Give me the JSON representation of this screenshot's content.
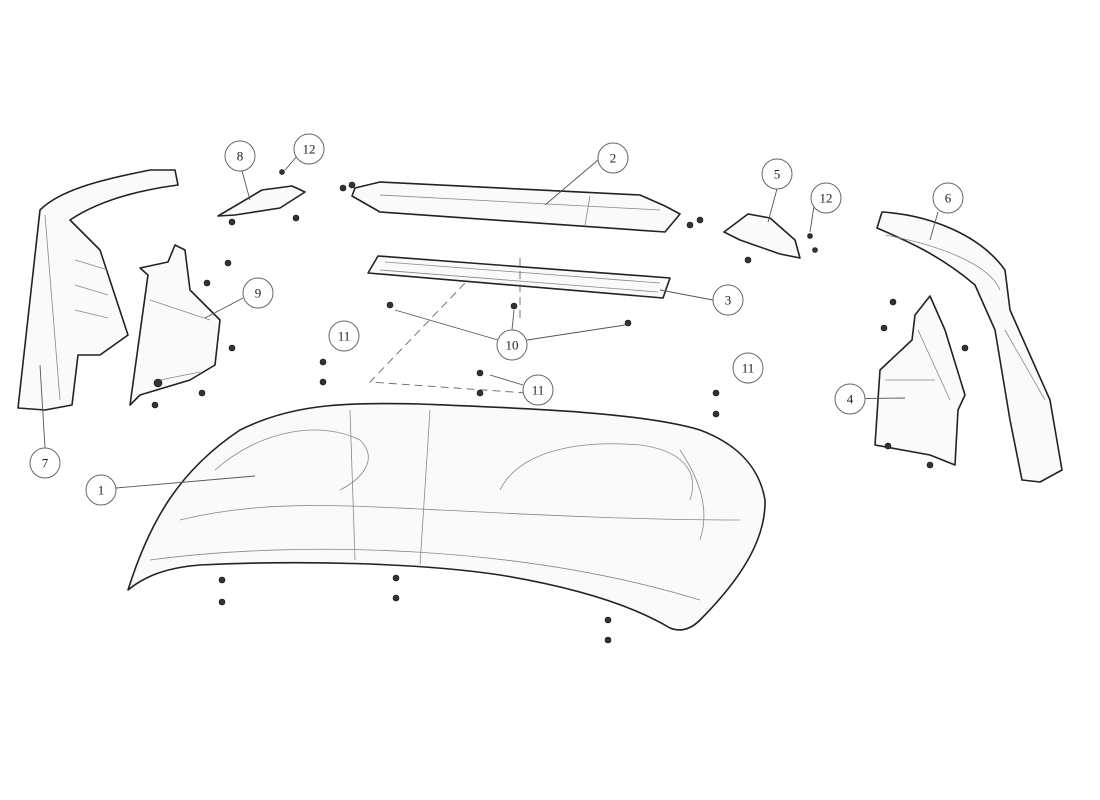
{
  "diagram": {
    "type": "exploded-parts-diagram",
    "callouts": [
      "1",
      "2",
      "3",
      "4",
      "5",
      "6",
      "7",
      "8",
      "9",
      "10",
      "11",
      "12"
    ]
  }
}
